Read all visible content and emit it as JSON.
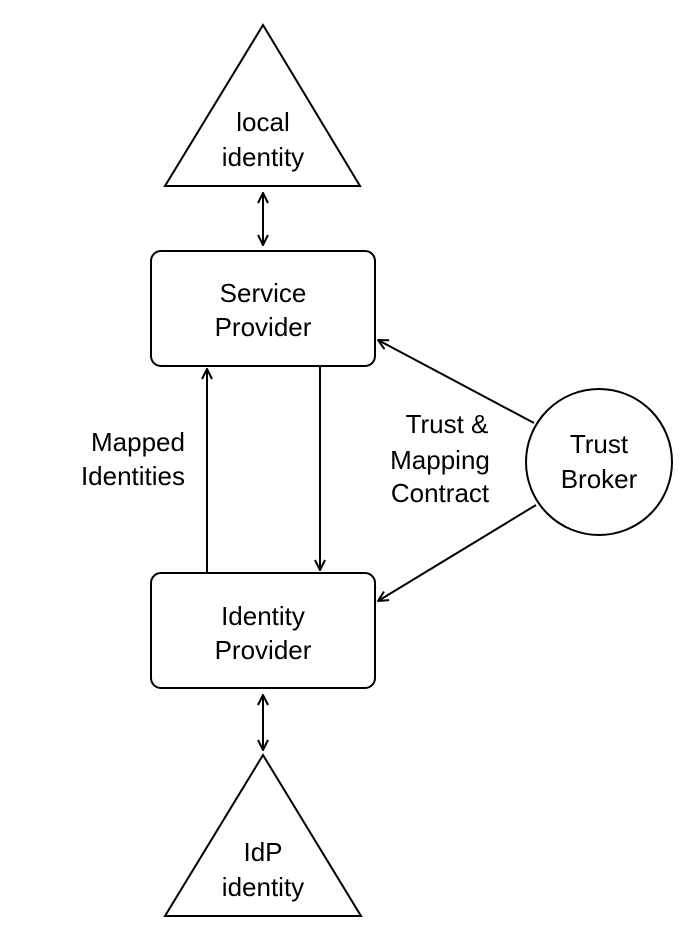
{
  "nodes": {
    "local_identity": {
      "line1": "local",
      "line2": "identity"
    },
    "service_provider": {
      "line1": "Service",
      "line2": "Provider"
    },
    "identity_provider": {
      "line1": "Identity",
      "line2": "Provider"
    },
    "idp_identity": {
      "line1": "IdP",
      "line2": "identity"
    },
    "trust_broker": {
      "line1": "Trust",
      "line2": "Broker"
    }
  },
  "edge_labels": {
    "mapped_identities": {
      "line1": "Mapped",
      "line2": "Identities"
    },
    "trust_contract": {
      "line1": "Trust &",
      "line2": "Mapping",
      "line3": "Contract"
    }
  }
}
